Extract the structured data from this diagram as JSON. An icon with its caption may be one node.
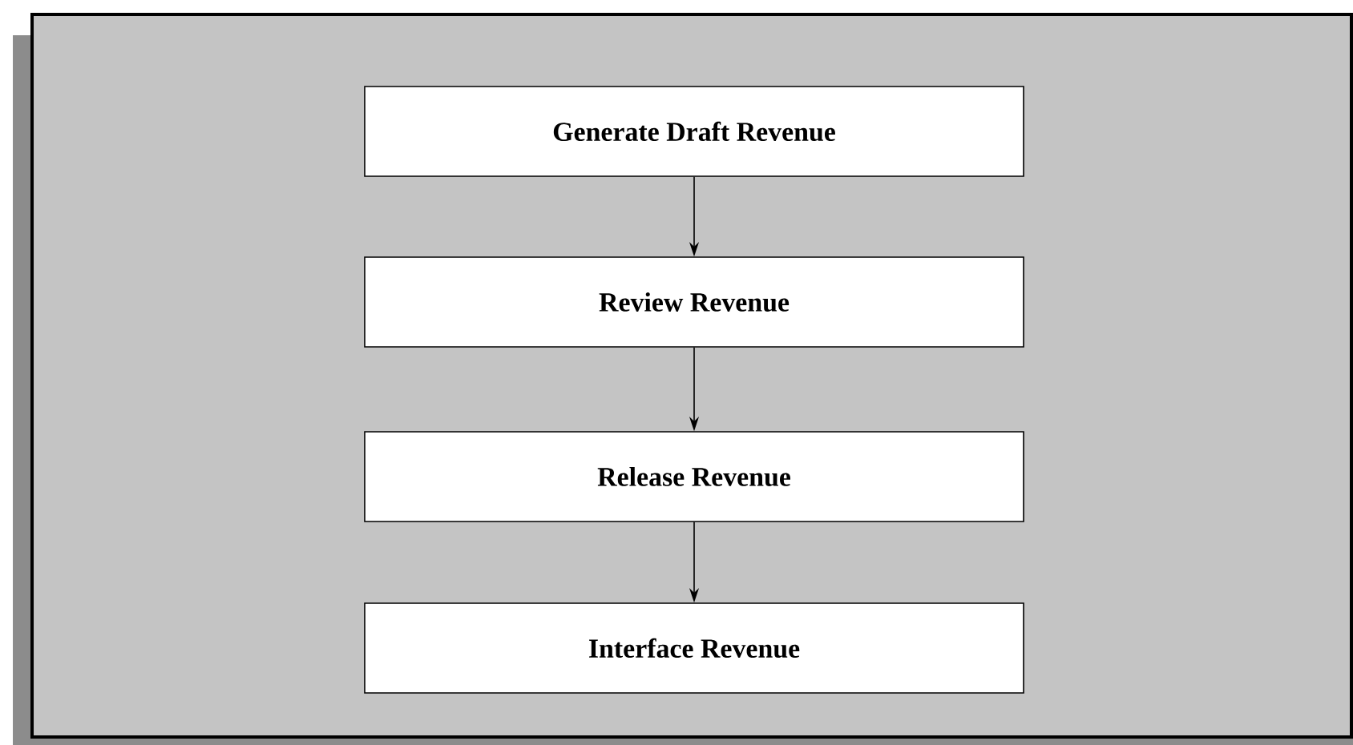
{
  "diagram": {
    "nodes": [
      {
        "text": [
          "Generate Draft Revenue"
        ]
      },
      {
        "text": [
          "Review Revenue"
        ]
      },
      {
        "text": [
          "Release Revenue"
        ]
      },
      {
        "text": [
          "Interface Revenue"
        ]
      }
    ],
    "edges": [
      {
        "from": 0,
        "to": 1,
        "arrow": "to"
      },
      {
        "from": 1,
        "to": 2,
        "arrow": "to"
      },
      {
        "from": 2,
        "to": 3,
        "arrow": "to"
      }
    ]
  }
}
